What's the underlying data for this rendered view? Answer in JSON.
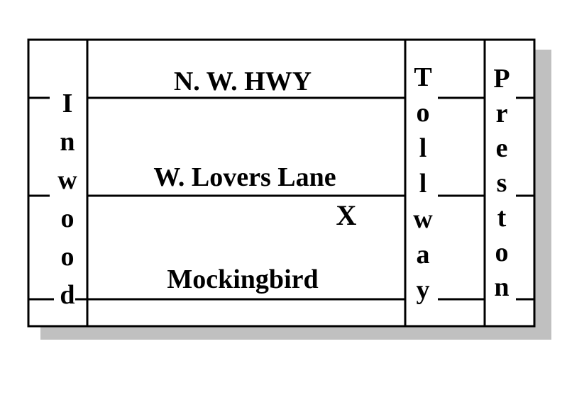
{
  "map": {
    "streets": {
      "horizontal": [
        "N. W. HWY",
        "W. Lovers Lane",
        "Mockingbird"
      ],
      "inwood": "Inwood",
      "tollway": "Tollway",
      "preston": "Preston"
    },
    "location_marker": "X",
    "colors": {
      "line": "#000000",
      "shadow": "#c0c0c0",
      "background": "#ffffff"
    }
  }
}
